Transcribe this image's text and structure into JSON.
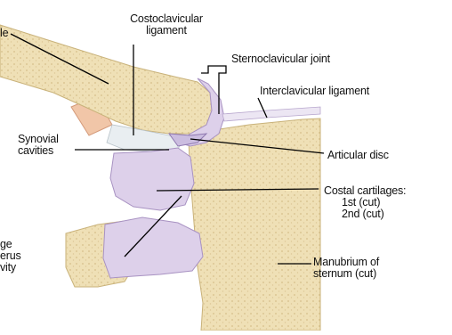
{
  "labels": {
    "clavicle_partial": "le",
    "costoclavicular": [
      "Costoclavicular",
      "ligament"
    ],
    "sternoclavicular_joint": "Sternoclavicular joint",
    "interclavicular": "Interclavicular ligament",
    "synovial": [
      "Synovial",
      "cavities"
    ],
    "articular_disc": "Articular disc",
    "costal_cartilages": [
      "Costal cartilages:",
      "1st (cut)",
      "2nd (cut)"
    ],
    "manubrium": [
      "Manubrium of",
      "sternum (cut)"
    ],
    "partial_left": [
      "ge",
      "erus",
      "vity"
    ]
  },
  "colors": {
    "bone": "#efe0b6",
    "bone_texture": "#d6bf8a",
    "cartilage": "#ddd0ea",
    "cartilage_edge": "#a892c2",
    "synovial": "#e9eef1",
    "leader": "#000000"
  }
}
